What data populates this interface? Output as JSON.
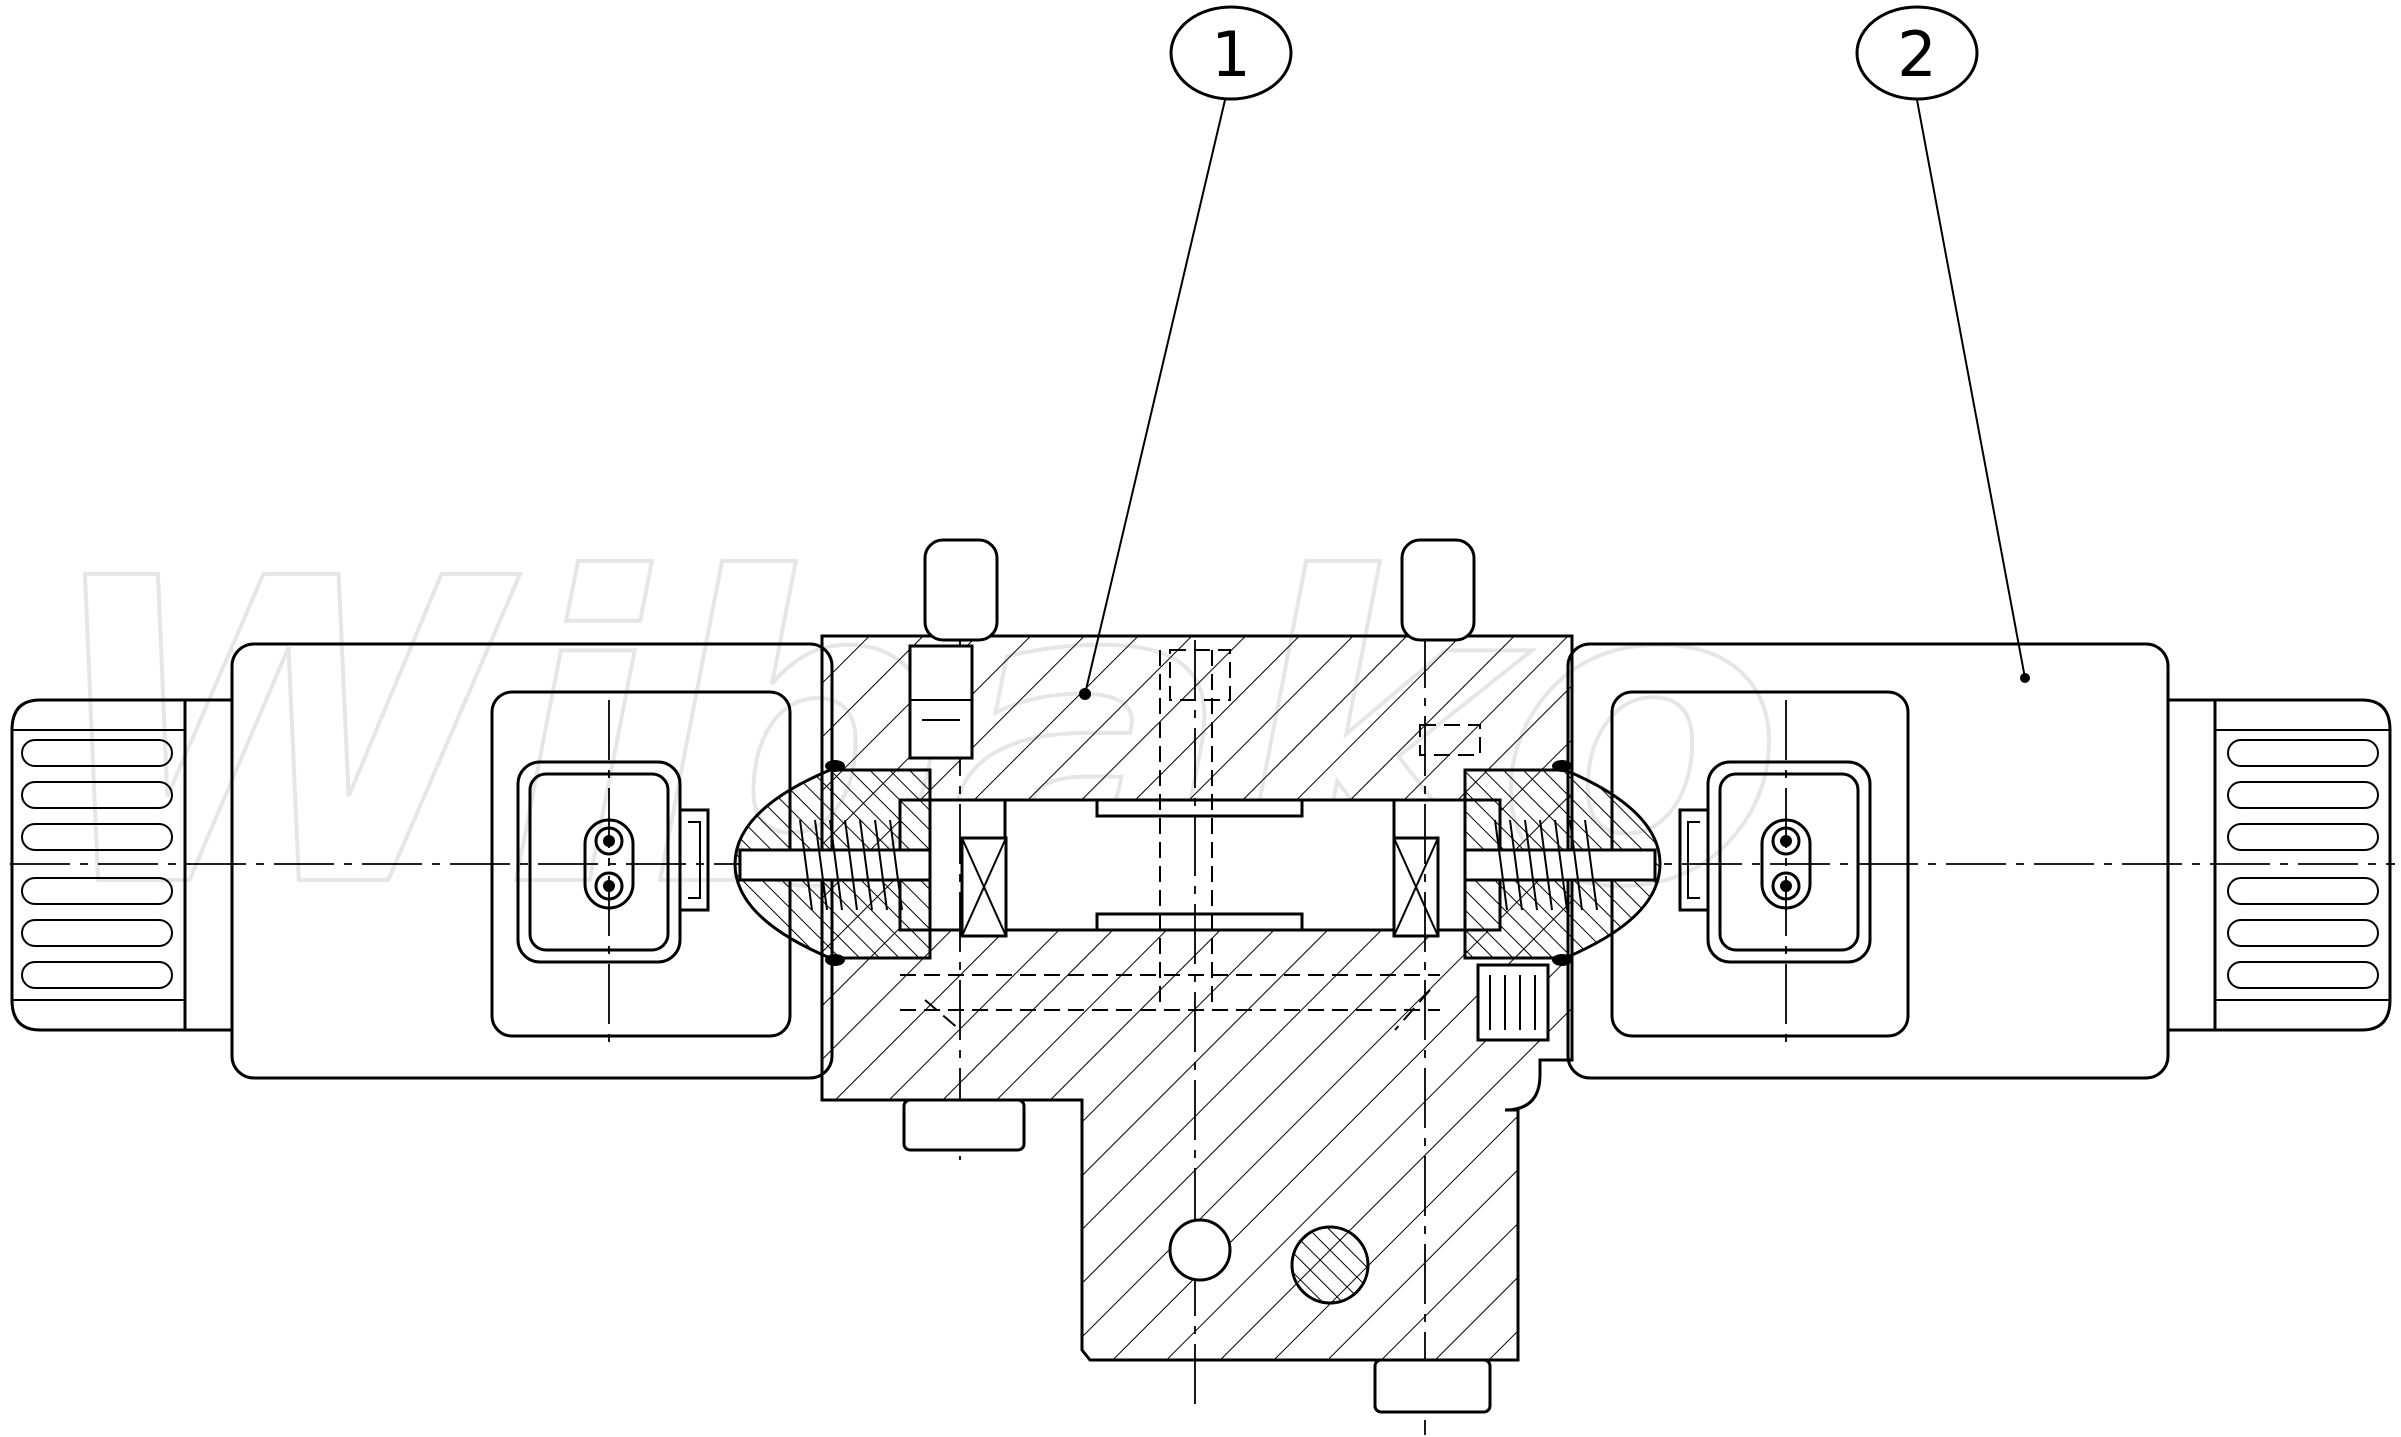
{
  "diagram": {
    "callouts": [
      {
        "id": "callout-1",
        "label": "1"
      },
      {
        "id": "callout-2",
        "label": "2"
      }
    ],
    "watermark": "Wibako"
  }
}
